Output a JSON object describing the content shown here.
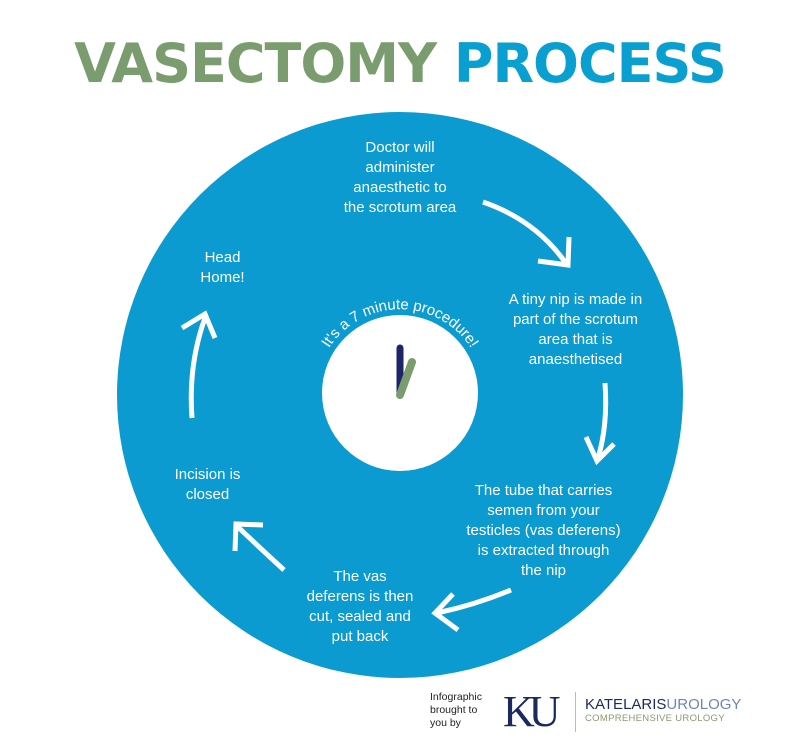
{
  "title": {
    "part1": "VASECTOMY",
    "part2": "PROCESS"
  },
  "colors": {
    "title_green": "#7a9c6e",
    "title_blue": "#0a9fd1",
    "circle_blue": "#0b9bd0",
    "clock_face": "#ffffff",
    "hour_hand": "#1e2466",
    "minute_hand": "#7a9c6e"
  },
  "clock": {
    "caption": "It's a 7 minute procedure!"
  },
  "steps": [
    {
      "id": "administer-anaesthetic",
      "lines": [
        "Doctor will",
        "administer",
        "anaesthetic to",
        "the scrotum area"
      ]
    },
    {
      "id": "tiny-nip",
      "lines": [
        "A tiny nip is made in",
        "part of the scrotum",
        "area that is",
        "anaesthetised"
      ]
    },
    {
      "id": "extract-tube",
      "lines": [
        "The tube that carries",
        "semen from your",
        "testicles (vas deferens)",
        "is extracted through",
        "the nip"
      ]
    },
    {
      "id": "cut-seal",
      "lines": [
        "The vas",
        "deferens is then",
        "cut, sealed and",
        "put back"
      ]
    },
    {
      "id": "incision-closed",
      "lines": [
        "Incision is",
        "closed"
      ]
    },
    {
      "id": "head-home",
      "lines": [
        "Head",
        "Home!"
      ]
    }
  ],
  "footer": {
    "credit_lines": [
      "Infographic",
      "brought to",
      "you by"
    ],
    "logo_mark": "KU",
    "brand_part1": "KATELARIS",
    "brand_part2": "UROLOGY",
    "brand_sub": "COMPREHENSIVE UROLOGY"
  }
}
